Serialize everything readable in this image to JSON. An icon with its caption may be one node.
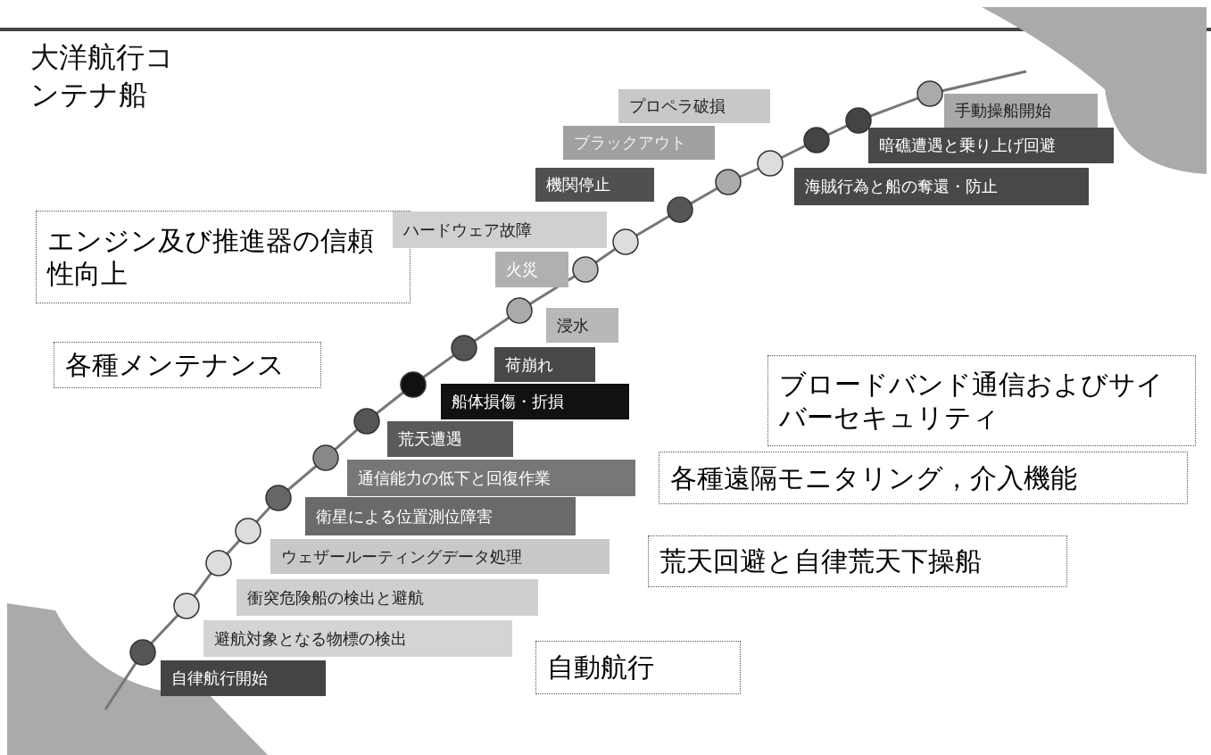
{
  "diagram": {
    "title": "大洋航行コンテナ船",
    "nodes": [
      {
        "text": [
          "プロペラ破損"
        ]
      },
      {
        "text": [
          "手動操船開始"
        ]
      },
      {
        "text": [
          "ブラックアウト"
        ]
      },
      {
        "text": [
          "暗礁遭遇と乗り上げ回避"
        ]
      },
      {
        "text": [
          "機関停止"
        ]
      },
      {
        "text": [
          "海賊行為と船の奪還・防止"
        ]
      },
      {
        "text": [
          "エンジン及び推進器の信頼性向上"
        ]
      },
      {
        "text": [
          "ハードウェア故障"
        ]
      },
      {
        "text": [
          "火災"
        ]
      },
      {
        "text": [
          "浸水"
        ]
      },
      {
        "text": [
          "各種メンテナンス"
        ]
      },
      {
        "text": [
          "荷崩れ"
        ]
      },
      {
        "text": [
          "ブロードバンド通信およびサイバーセキュリティ"
        ]
      },
      {
        "text": [
          "船体損傷・折損"
        ]
      },
      {
        "text": [
          "荒天遭遇"
        ]
      },
      {
        "text": [
          "各種遠隔モニタリング，介入機能"
        ]
      },
      {
        "text": [
          "通信能力の低下と回復作業"
        ]
      },
      {
        "text": [
          "衛星による位置測位障害"
        ]
      },
      {
        "text": [
          "荒天回避と自律荒天下操船"
        ]
      },
      {
        "text": [
          "ウェザールーティングデータ処理"
        ]
      },
      {
        "text": [
          "衝突危険船の検出と避航"
        ]
      },
      {
        "text": [
          "避航対象となる物標の検出"
        ]
      },
      {
        "text": [
          "自動航行"
        ]
      },
      {
        "text": [
          "自律航行開始"
        ]
      }
    ]
  }
}
